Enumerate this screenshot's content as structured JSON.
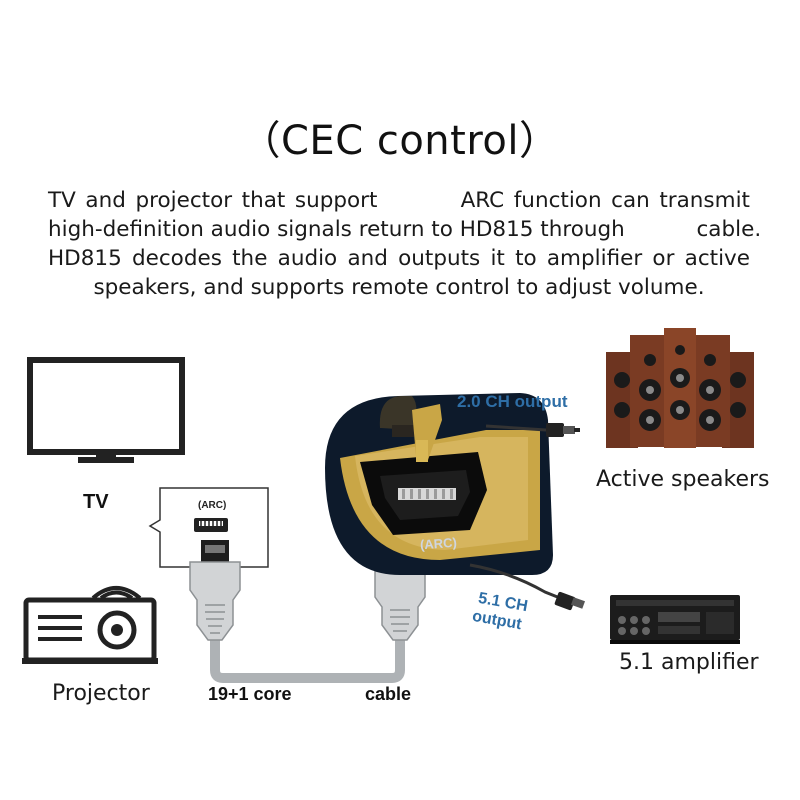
{
  "title": "（CEC control）",
  "description": {
    "line1_a": "TV and projector that support",
    "line1_b": "ARC function can transmit",
    "line2_a": "high-definition audio signals return to HD815 through",
    "line2_b": "cable.",
    "line3": "HD815 decodes the audio and outputs it to amplifier or active",
    "line4": "speakers, and supports remote control to adjust volume."
  },
  "labels": {
    "tv": "TV",
    "projector": "Projector",
    "arc_small": "(ARC)",
    "arc_port": "(ARC)",
    "core": "19+1 core",
    "cable": "cable",
    "ch2_output": "2.0 CH output",
    "ch51_output_1": "5.1 CH",
    "ch51_output_2": "output",
    "active_speakers": "Active speakers",
    "amplifier": "5.1 amplifier"
  },
  "colors": {
    "accent_blue": "#2e6ea6",
    "gold": "#c9a646",
    "port_dark": "#0d1a2b"
  },
  "icons": [
    "tv-icon",
    "projector-icon",
    "hdmi-port-icon",
    "hdmi-cable-icon",
    "speakers-icon",
    "amplifier-icon"
  ]
}
